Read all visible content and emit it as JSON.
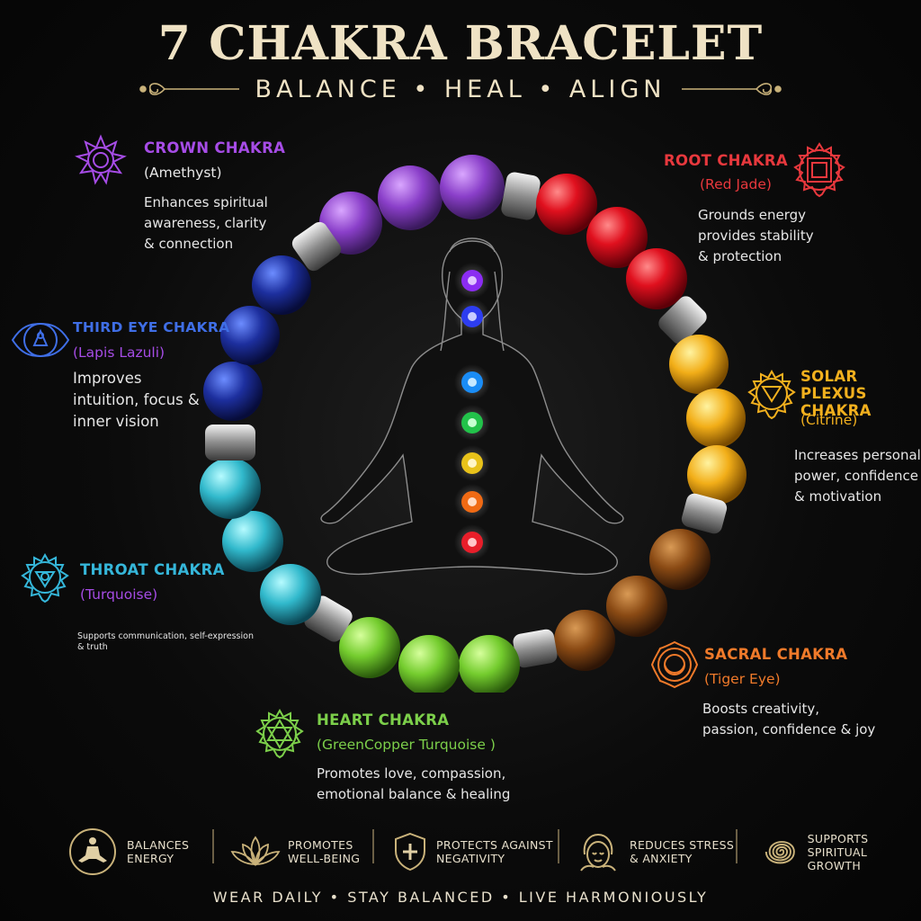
{
  "header": {
    "title": "7 CHAKRA BRACELET",
    "subtitle": "BALANCE • HEAL • ALIGN"
  },
  "colors": {
    "gold": "#efe2c4",
    "crown": "#a64ce6",
    "root": "#e8383d",
    "third_eye": "#3f6ee6",
    "solar_plexus": "#f2b01e",
    "throat": "#35b6d9",
    "sacral": "#f07a2a",
    "heart": "#7ccf4a"
  },
  "chakras": {
    "crown": {
      "name": "CROWN CHAKRA",
      "stone": "(Amethyst)",
      "desc": [
        "Enhances spiritual",
        "awareness, clarity",
        "& connection"
      ],
      "icon": "crown-chakra-icon"
    },
    "root": {
      "name": "ROOT CHAKRA",
      "stone": "(Red Jade)",
      "desc": [
        "Grounds energy",
        "provides stability",
        "& protection"
      ],
      "icon": "root-chakra-icon"
    },
    "third_eye": {
      "name": "THIRD EYE CHAKRA",
      "stone": "(Lapis Lazuli)",
      "desc": [
        "Improves",
        "intuition, focus &",
        "inner vision"
      ],
      "icon": "third-eye-chakra-icon"
    },
    "solar_plexus": {
      "name_line1": "SOLAR PLEXUS",
      "name_line2": "CHAKRA",
      "stone": "(Citrine)",
      "desc": [
        "Increases personal",
        "power, confidence",
        "& motivation"
      ],
      "icon": "solar-plexus-chakra-icon"
    },
    "throat": {
      "name": "THROAT CHAKRA",
      "stone": "(Turquoise)",
      "desc": [
        "Supports communication, self-expression",
        "& truth"
      ],
      "icon": "throat-chakra-icon"
    },
    "sacral": {
      "name": "SACRAL CHAKRA",
      "stone": "(Tiger Eye)",
      "desc": [
        "Boosts creativity,",
        "passion, confidence & joy"
      ],
      "icon": "sacral-chakra-icon"
    },
    "heart": {
      "name": "HEART CHAKRA",
      "stone": "(GreenCopper Turquoise )",
      "desc": [
        "Promotes love, compassion,",
        "emotional balance & healing"
      ],
      "icon": "heart-chakra-icon"
    }
  },
  "features": [
    {
      "label": "BALANCES\nENERGY",
      "icon": "meditation-icon"
    },
    {
      "label": "PROMOTES\nWELL-BEING",
      "icon": "lotus-icon"
    },
    {
      "label": "PROTECTS AGAINST\nNEGATIVITY",
      "icon": "shield-icon"
    },
    {
      "label": "REDUCES STRESS\n& ANXIETY",
      "icon": "calm-face-icon"
    },
    {
      "label": "SUPPORTS\nSPIRITUAL GROWTH",
      "icon": "spiral-icon"
    }
  ],
  "footer": {
    "tagline": "WEAR DAILY • STAY BALANCED • LIVE HARMONIOUSLY"
  },
  "bracelet": {
    "beads": [
      "amethyst",
      "amethyst",
      "amethyst",
      "red-jade",
      "red-jade",
      "red-jade",
      "citrine",
      "citrine",
      "citrine",
      "tiger-eye",
      "tiger-eye",
      "tiger-eye",
      "green-turquoise",
      "green-turquoise",
      "green-turquoise",
      "turquoise",
      "turquoise",
      "turquoise",
      "lapis-lazuli",
      "lapis-lazuli",
      "lapis-lazuli"
    ],
    "spacer": "silver-spacer-bead"
  }
}
